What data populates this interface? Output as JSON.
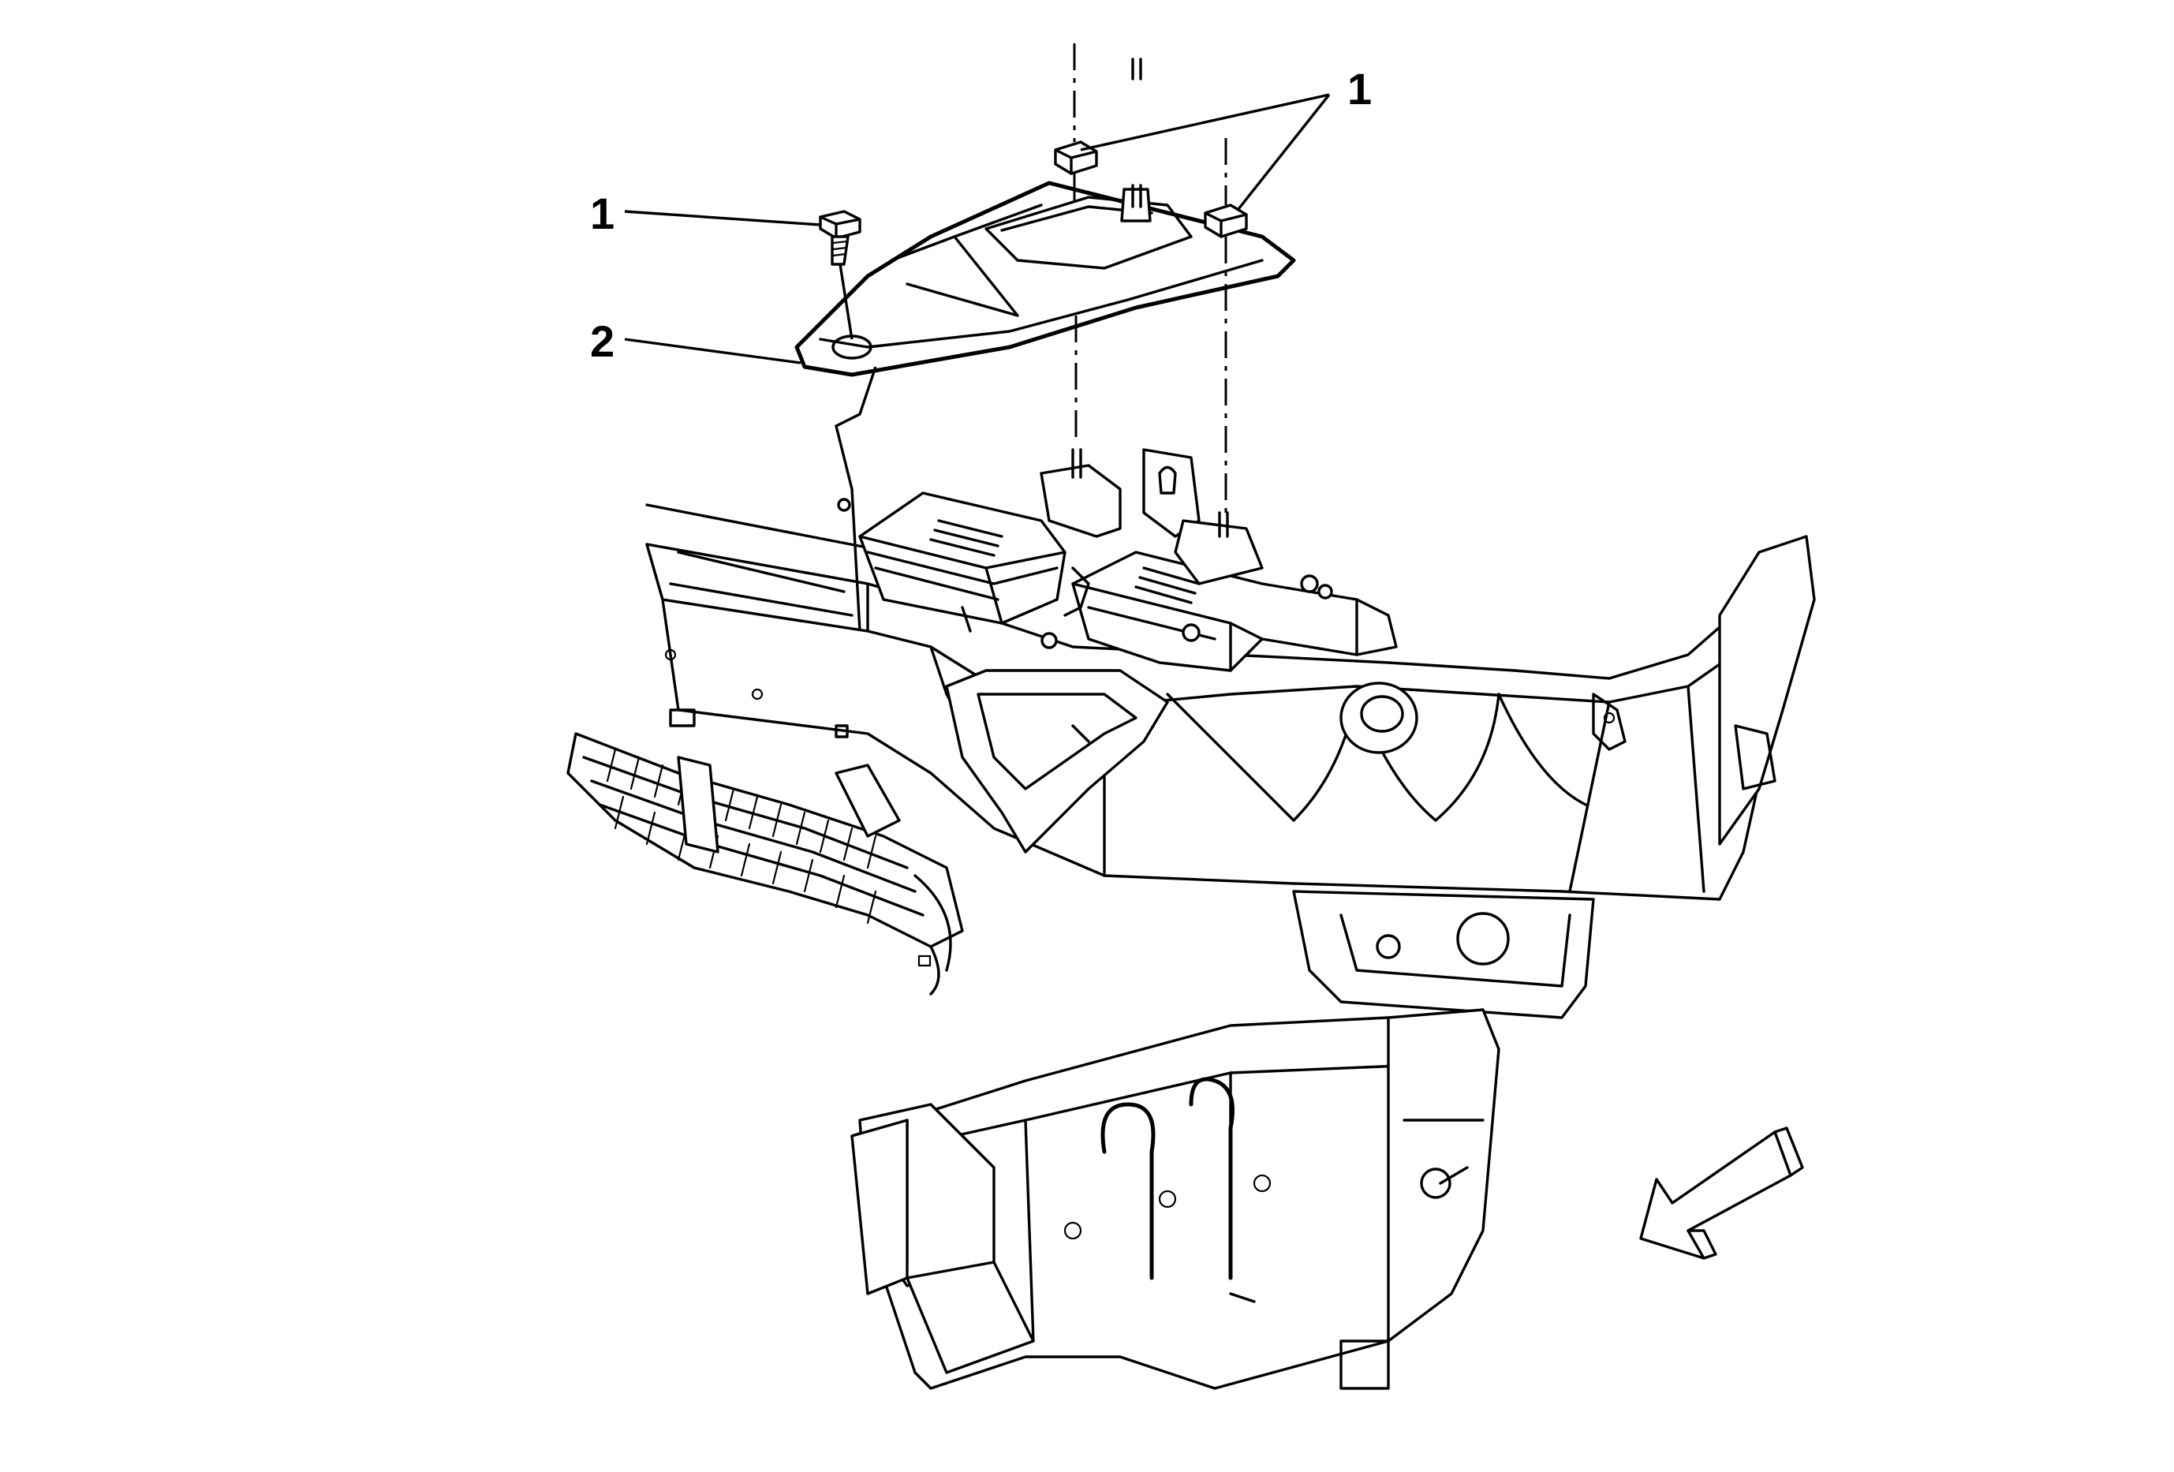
{
  "diagram": {
    "callouts": [
      {
        "id": "callout-1-top",
        "label": "1",
        "part": "nut"
      },
      {
        "id": "callout-1-left",
        "label": "1",
        "part": "bolt"
      },
      {
        "id": "callout-2",
        "label": "2",
        "part": "cover"
      }
    ],
    "parts": [
      "nut",
      "nut",
      "bolt",
      "cover",
      "module",
      "module",
      "frame-crossmember",
      "frame-rail",
      "wiring-harness"
    ],
    "direction_arrow": "front-arrow-icon",
    "colors": {
      "line": "#000000",
      "background": "#ffffff"
    }
  }
}
